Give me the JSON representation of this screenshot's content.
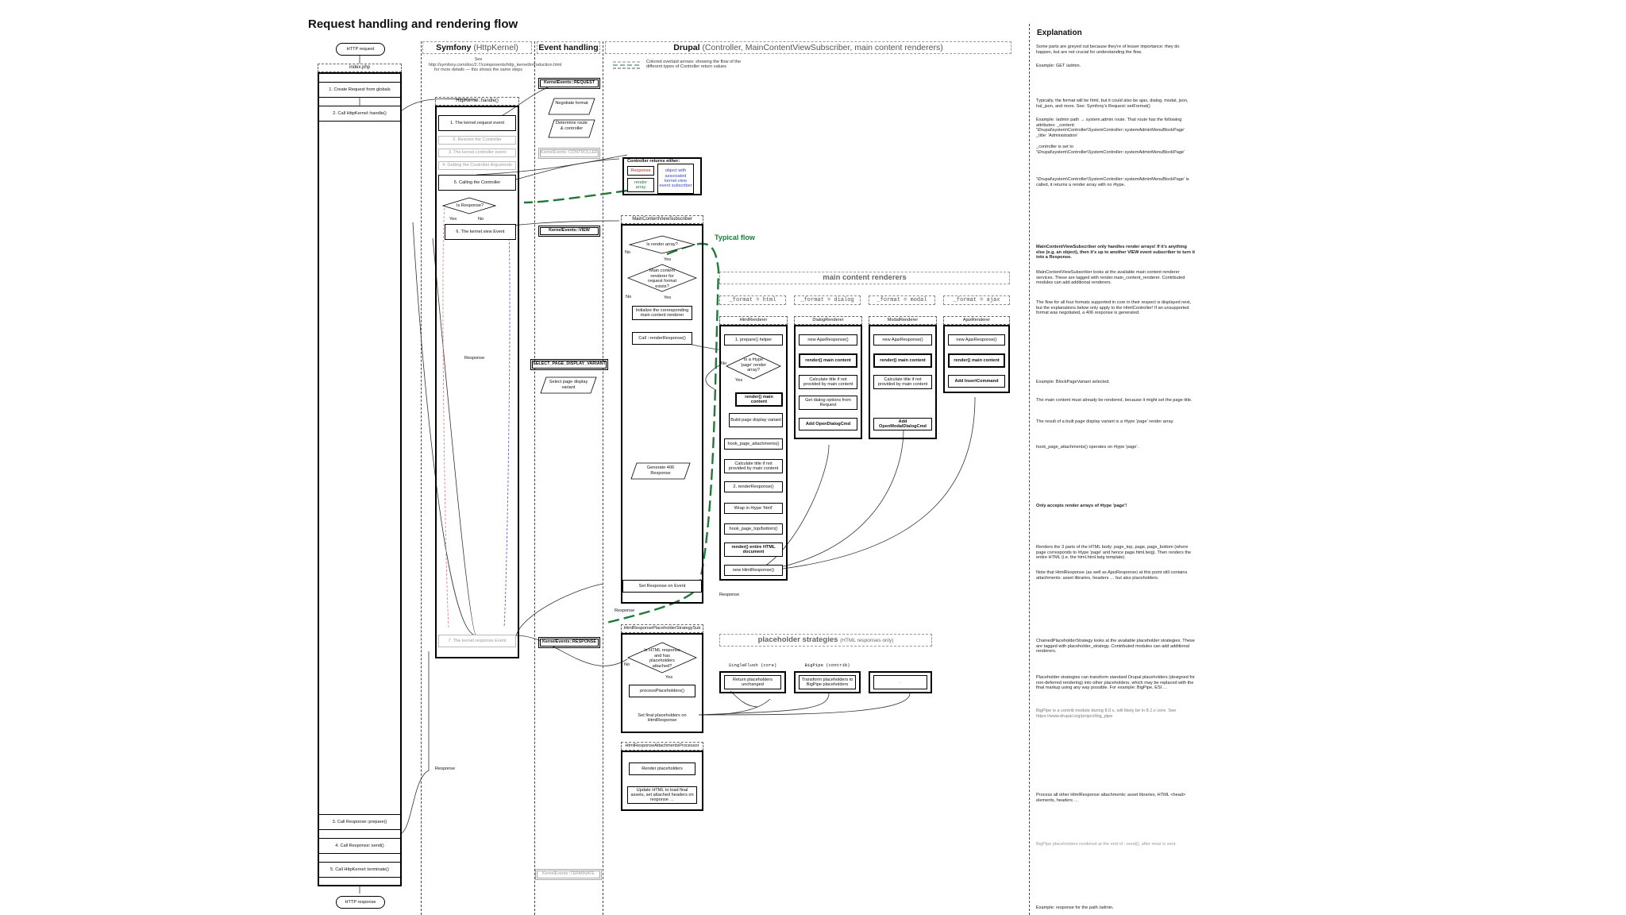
{
  "title": "Request handling and rendering flow",
  "lanes": {
    "symfony_title": "Symfony",
    "symfony_sub": "(HttpKernel)",
    "event_title": "Event handling",
    "drupal_title": "Drupal",
    "drupal_sub": "(Controller, MainContentViewSubscriber, main content renderers)",
    "explanation_title": "Explanation"
  },
  "symfony_note": "See http://symfony.com/doc/2.7/components/http_kernel/introduction.html for more details — this shows the same steps",
  "legend": {
    "line1": "Colored overlaid arrows: showing the flow of the",
    "line2": "different types of Controller return values"
  },
  "left_column": {
    "http_request": "HTTP request",
    "index_php": "index.php",
    "step1": "1. Create Request from globals",
    "step2": "2. Call HttpKernel::handle()",
    "step3": "3. Call Response::prepare()",
    "step4": "4. Call Response::send()",
    "step5": "5. Call HttpKernel::terminate()",
    "http_response": "HTTP response",
    "response_label": "Response"
  },
  "kernel": {
    "header": "HttpKernel::handle()",
    "k1": "1. The kernel.request event",
    "k2": "2. Resolve the Controller",
    "k3": "3. The kernel.controller event",
    "k4": "4. Getting the Controller Arguments",
    "k5": "5. Calling the Controller",
    "is_response": "Is Response?",
    "yes": "Yes",
    "no": "No",
    "k6": "6. The kernel.view Event",
    "response_label": "Response",
    "k7": "7. The kernel.response Event"
  },
  "events": {
    "request": "KernelEvents::REQUEST",
    "negotiate": "Negotiate format",
    "determine": "Determine route & controller",
    "controller": "KernelEvents::CONTROLLER",
    "view": "KernelEvents::VIEW",
    "select_variant": "SELECT_PAGE_DISPLAY_VARIANT",
    "select_page": "Select page display variant",
    "response": "KernelEvents::RESPONSE",
    "terminate": "KernelEvents::TERMINATE"
  },
  "controller_returns": {
    "title": "Controller returns either:",
    "response": "Response",
    "render_array": "render array",
    "object": "object with associated kernel.view event subscriber"
  },
  "main_content_view": {
    "header": "MainContentViewSubscriber",
    "typical_flow": "Typical flow",
    "is_render_array": "Is render array?",
    "no": "No",
    "yes": "Yes",
    "tagged": "Main content renderer for request format exists?",
    "init": "Initialize the corresponding main content renderer",
    "call_render": "Call ::renderResponse()",
    "generate_406": "Generate 406 Response",
    "set_response": "Set Response on Event",
    "response_label": "Response"
  },
  "renderers": {
    "section_title": "main content renderers",
    "formats": [
      "_format = html",
      "_format = dialog",
      "_format = modal",
      "_format = ajax"
    ],
    "html": {
      "name": "HtmlRenderer",
      "prepare": "1. prepare() helper",
      "is_page": "Is a #type 'page' render array?",
      "no": "No",
      "yes": "Yes",
      "render_main": "render() main content",
      "build_variant": "Build page display variant",
      "hook_attach": "hook_page_attachments()",
      "calc_title": "Calculate title if not provided by main content",
      "render_response": "2. renderResponse()",
      "wrap": "Wrap in #type 'html'",
      "hook_top": "hook_page_top/bottom()",
      "render_doc": "render() entire HTML document",
      "new_html": "new HtmlResponse()",
      "response_label": "Response"
    },
    "dialog": {
      "name": "DialogRenderer",
      "new_ajax": "new AjaxResponse()",
      "render_main": "render() main content",
      "calc_title": "Calculate title if not provided by main content",
      "get_options": "Get dialog options from Request",
      "add_cmd": "Add OpenDialogCmd"
    },
    "modal": {
      "name": "ModalRenderer",
      "new_ajax": "new AjaxResponse()",
      "render_main": "render() main content",
      "calc_title": "Calculate title if not provided by main content",
      "add_cmd": "Add OpenModalDialogCmd"
    },
    "ajax": {
      "name": "AjaxRenderer",
      "new_ajax": "new AjaxResponse()",
      "render_main": "render() main content",
      "add_cmd": "Add InsertCommand"
    }
  },
  "placeholders": {
    "header": "HtmlResponsePlaceholderStrategySub",
    "is_html": "Is HTML response and has placeholders attached?",
    "no": "No",
    "yes": "Yes",
    "process": "processPlaceholders()",
    "set_final": "Set final placeholders on HtmlResponse",
    "section_title": "placeholder strategies",
    "section_sub": "(HTML responses only)",
    "strategy1": "SingleFlush (core)",
    "strategy2": "BigPipe (contrib)",
    "return_unchanged": "Return placeholders unchanged",
    "transform_bigpipe": "Transform placeholders to BigPipe placeholders",
    "ellipsis": "…"
  },
  "attachments": {
    "header": "HtmlResponseAttachmentsProcessor",
    "render_placeholders": "Render placeholders",
    "update_html": "Update HTML to load final assets, set attached headers on response …"
  },
  "explanation": [
    {
      "text": "Some parts are greyed out because they're of lesser importance: they do happen, but are not crucial for understanding the flow."
    },
    {
      "text": "Example: GET /admin."
    },
    {
      "text": "Typically, the format will be html, but it could also be ajax, dialog, modal, json, hal_json, and more. See: Symfony's Request::setFormat()"
    },
    {
      "text": "Example: /admin path → system.admin route. That route has the following attributes: _content: '\\Drupal\\system\\Controller\\SystemController::systemAdminMenuBlockPage' _title: 'Administration'"
    },
    {
      "text": "_controller is set to '\\Drupal\\system\\Controller\\SystemController::systemAdminMenuBlockPage'"
    },
    {
      "text": "'\\Drupal\\system\\Controller\\SystemController::systemAdminMenuBlockPage' is called, it returns a render array with no #type."
    },
    {
      "text": "MainContentViewSubscriber only handles render arrays! If it's anything else (e.g. an object), then it's up to another VIEW event subscriber to turn it into a Response."
    },
    {
      "text": "MainContentViewSubscriber looks at the available main content renderer services. These are tagged with render.main_content_renderer. Contributed modules can add additional renderers."
    },
    {
      "text": "The flow for all four formats supported in core in their respect is displayed next, but the explanations below only apply to the HtmlController! If an unsupported format was negotiated, a 406 response is generated."
    },
    {
      "text": "Example: BlockPageVariant selected."
    },
    {
      "text": "The main content must already be rendered, because it might set the page title."
    },
    {
      "text": "The result of a built page display variant is a #type 'page' render array."
    },
    {
      "text": "hook_page_attachments() operates on #type 'page'."
    },
    {
      "text": "Only accepts render arrays of #type 'page'!"
    },
    {
      "text": "Renders the 3 parts of the HTML body: page_top, page, page_bottom (where page corresponds to #type 'page' and hence page.html.twig). Then renders the entire HTML (i.e. the html.html.twig template)."
    },
    {
      "text": "Note that HtmlResponse (as well as AjaxResponse) at this point still contains attachments: asset libraries, headers … but also placeholders."
    },
    {
      "text": "ChainedPlaceholderStrategy looks at the available placeholder strategies. These are tagged with placeholder_strategy. Contributed modules can add additional renderers."
    },
    {
      "text": "Placeholder strategies can transform standard Drupal placeholders (designed for non-deferred rendering) into other placeholders, which may be replaced with the final markup using any way possible. For example: BigPipe, ESI …"
    },
    {
      "text": "BigPipe is a contrib module during 8.0.x, will likely be in 8.1.x core. See https://www.drupal.org/project/big_pipe"
    },
    {
      "text": "Process all other HtmlResponse attachments: asset libraries, HTML <head> elements, headers …"
    },
    {
      "text": "BigPipe placeholders rendered at the end of ::send(), after most is sent."
    },
    {
      "text": "Example: response for the path /admin."
    }
  ]
}
